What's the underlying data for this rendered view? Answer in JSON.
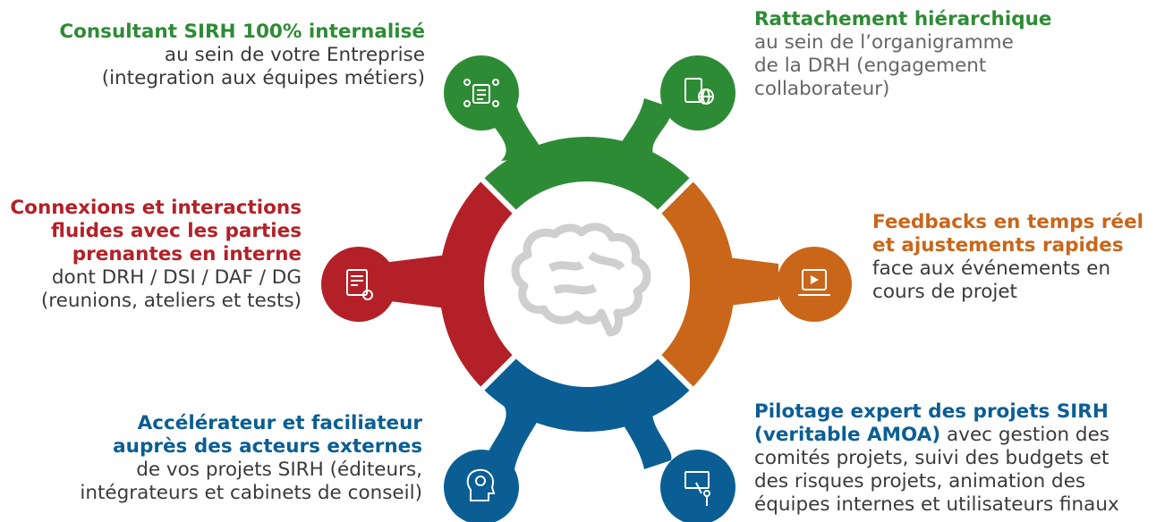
{
  "colors": {
    "green": "#2e8b35",
    "red": "#b42028",
    "orange": "#c9661a",
    "blue": "#0a5e94",
    "brain": "#cfcfcf"
  },
  "center_icon": "brain-icon",
  "blocks": {
    "top_left": {
      "title": "Consultant SIRH 100% internalisé",
      "lines": [
        "au sein de votre Entreprise",
        "(integration aux équipes métiers)"
      ],
      "icon": "team-document-icon"
    },
    "top_right": {
      "title": "Rattachement hiérarchique",
      "lines": [
        "au sein de l’organigramme",
        "de la DRH (engagement",
        "collaborateur)"
      ],
      "icon": "globe-document-icon"
    },
    "left": {
      "title_lines": [
        "Connexions et interactions",
        "fluides avec les parties",
        "prenantes en interne"
      ],
      "lines": [
        "dont DRH / DSI / DAF / DG",
        "(reunions, ateliers et tests)"
      ],
      "icon": "document-gear-icon"
    },
    "right": {
      "title_lines": [
        "Feedbacks en temps réel",
        "et ajustements rapides"
      ],
      "lines": [
        "face aux événements en",
        "cours de projet"
      ],
      "icon": "video-laptop-icon"
    },
    "bottom_left": {
      "title_lines": [
        "Accélérateur et faciliateur",
        "auprès des acteurs externes"
      ],
      "lines": [
        "de vos projets SIRH (éditeurs,",
        "intégrateurs et cabinets de conseil)"
      ],
      "icon": "lightbulb-head-icon"
    },
    "bottom_right": {
      "title_line1": "Pilotage expert des projets SIRH",
      "title_line2": "(veritable AMOA)",
      "line2_rest": " avec gestion des",
      "lines": [
        "comités projets, suivi des budgets et",
        "des risques projets, animation des",
        "équipes internes et utilisateurs finaux"
      ],
      "icon": "presenter-board-icon"
    }
  }
}
